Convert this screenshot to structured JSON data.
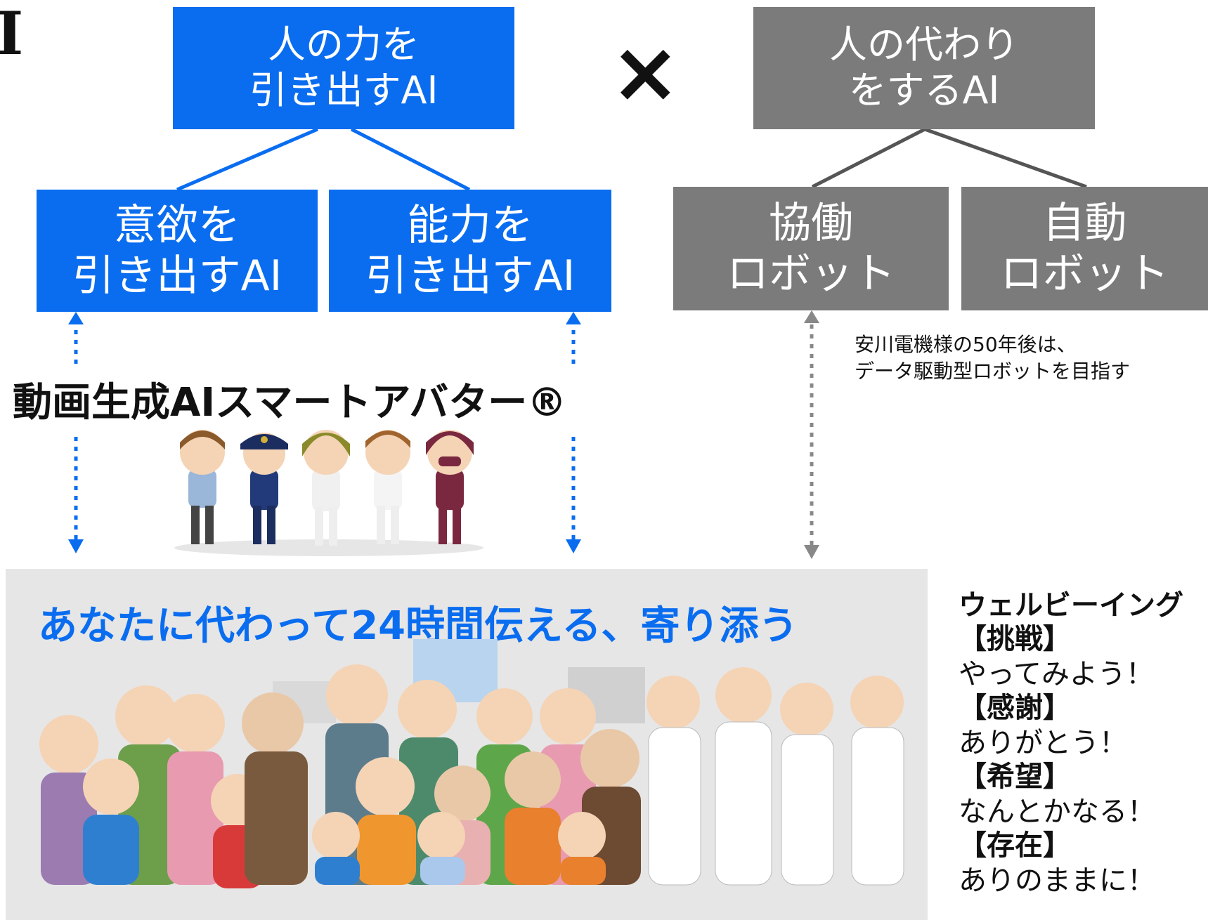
{
  "corner_letter": "I",
  "cross_symbol": "×",
  "top_left_box": {
    "line1": "人の力を",
    "line2": "引き出すAI"
  },
  "top_right_box": {
    "line1": "人の代わり",
    "line2": "をするAI"
  },
  "mid_boxes": [
    {
      "line1": "意欲を",
      "line2": "引き出すAI"
    },
    {
      "line1": "能力を",
      "line2": "引き出すAI"
    },
    {
      "line1": "協働",
      "line2": "ロボット"
    },
    {
      "line1": "自動",
      "line2": "ロボット"
    }
  ],
  "note": {
    "line1": "安川電機様の50年後は、",
    "line2": "データ駆動型ロボットを目指す"
  },
  "avatar_title": "動画生成AIスマートアバター®",
  "banner_title": "あなたに代わって24時間伝える、寄り添う",
  "wellbeing": {
    "title": "ウェルビーイング",
    "items": [
      {
        "heading": "【挑戦】",
        "text": "やってみよう！"
      },
      {
        "heading": "【感謝】",
        "text": "ありがとう！"
      },
      {
        "heading": "【希望】",
        "text": "なんとかなる！"
      },
      {
        "heading": "【存在】",
        "text": "ありのままに！"
      }
    ]
  },
  "colors": {
    "blue": "#0a6df0",
    "gray": "#7b7b7b",
    "banner_bg": "#e6e6e6"
  }
}
